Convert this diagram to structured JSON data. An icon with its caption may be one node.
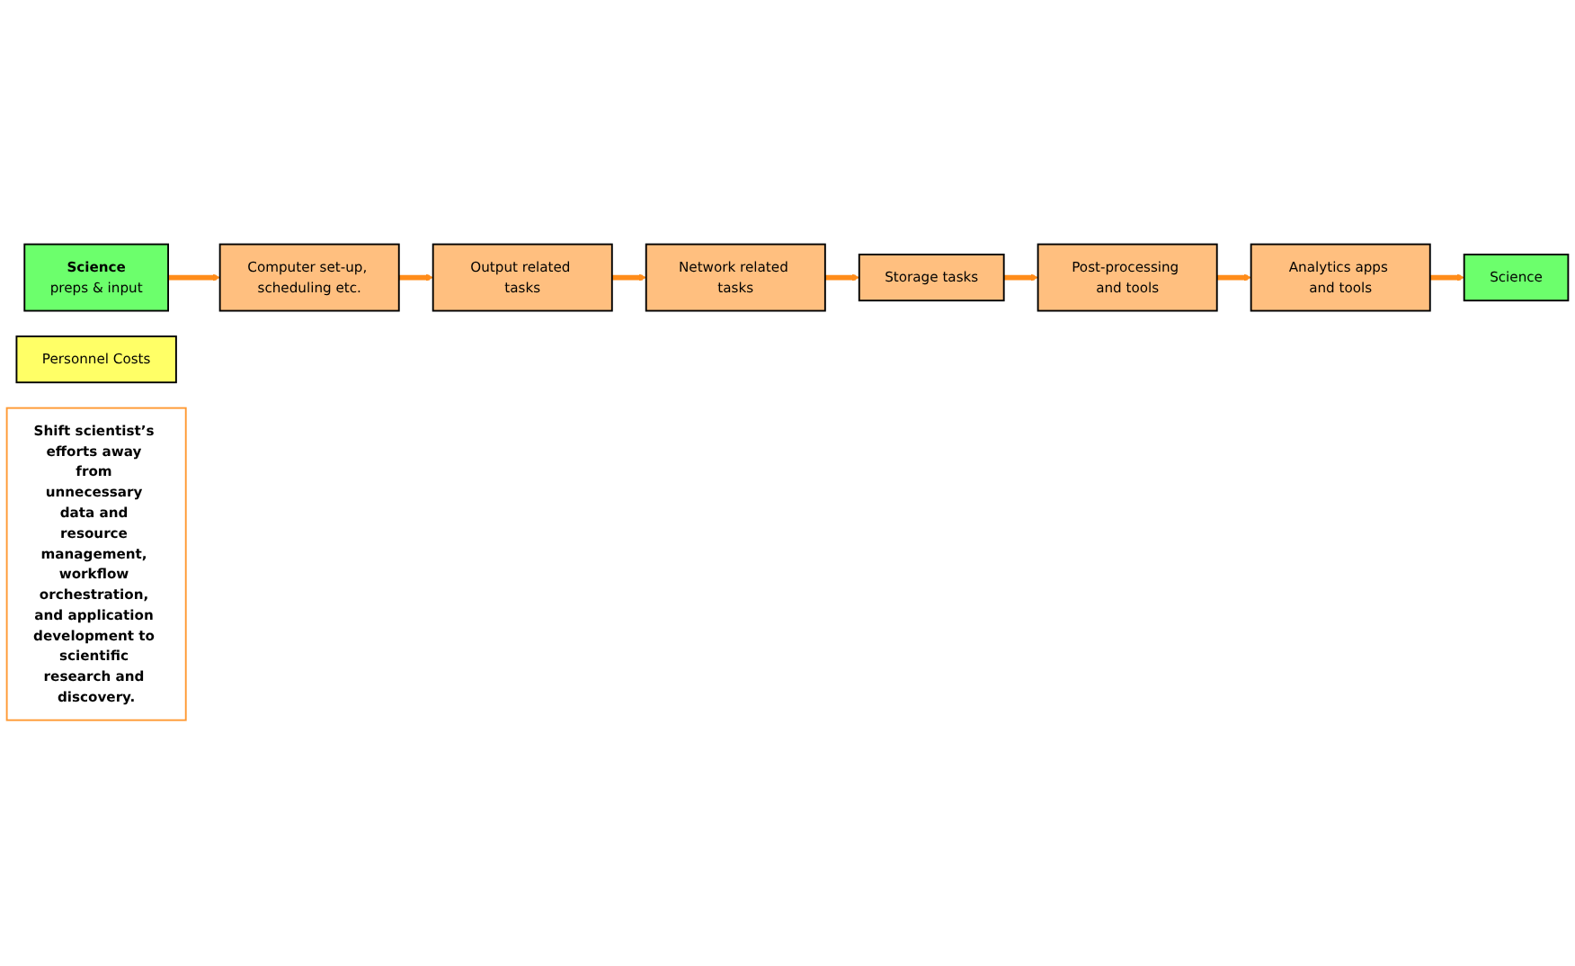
{
  "diagram": {
    "nodes": [
      {
        "text": [
          "Science",
          "preps & input"
        ]
      },
      {
        "text": [
          "Computer set-up, scheduling etc."
        ]
      },
      {
        "text": [
          "Output related tasks"
        ]
      },
      {
        "text": [
          "Network related tasks"
        ]
      },
      {
        "text": [
          "Storage tasks"
        ]
      },
      {
        "text": [
          "Post-processing and tools"
        ]
      },
      {
        "text": [
          "Analytics apps and tools"
        ]
      },
      {
        "text": [
          "Science"
        ]
      },
      {
        "text": [
          "Personnel Costs"
        ]
      },
      {
        "text": [
          "Shift scientist’s efforts away from unnecessary data and resource management, workflow orchestration, and application development to scientific research and discovery."
        ]
      }
    ],
    "edges": [
      {
        "from": 0,
        "to": 1,
        "arrow": "to"
      },
      {
        "from": 1,
        "to": 2,
        "arrow": "to"
      },
      {
        "from": 2,
        "to": 3,
        "arrow": "to"
      },
      {
        "from": 3,
        "to": 4,
        "arrow": "to"
      },
      {
        "from": 4,
        "to": 5,
        "arrow": "to"
      },
      {
        "from": 5,
        "to": 6,
        "arrow": "to"
      },
      {
        "from": 6,
        "to": 7,
        "arrow": "to"
      }
    ]
  }
}
